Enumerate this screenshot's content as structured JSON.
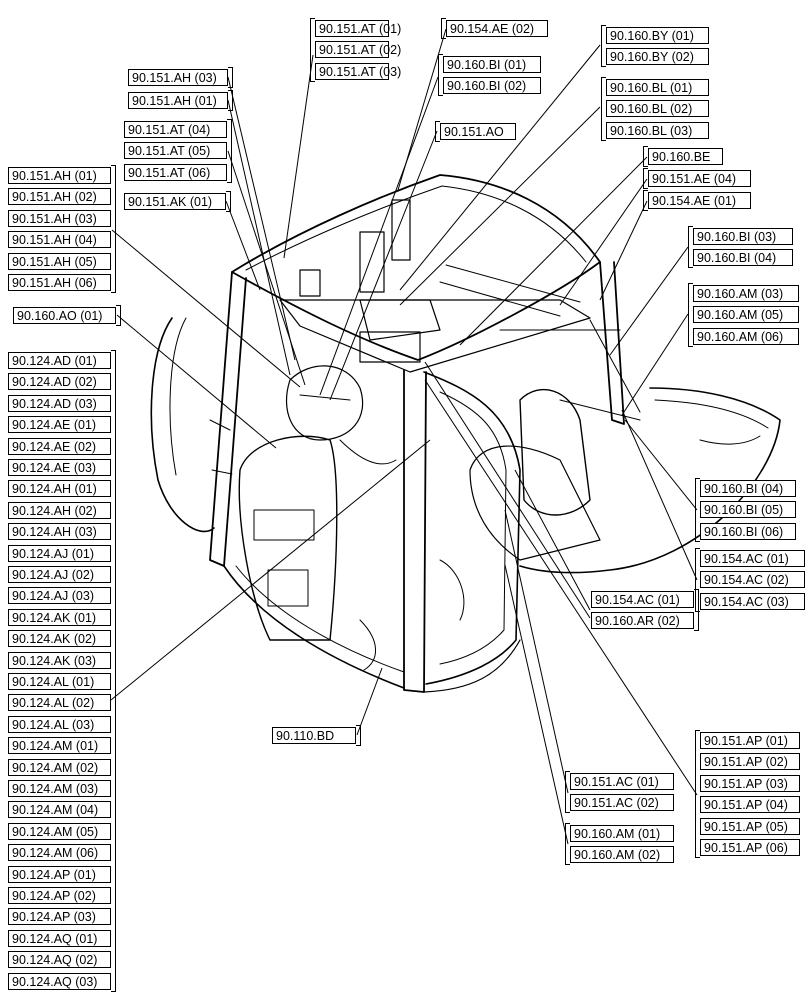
{
  "callout_groups": [
    {
      "id": "g1",
      "side": "left",
      "labels": [
        "90.151.AT (01)",
        "90.151.AT (02)",
        "90.151.AT (03)"
      ]
    },
    {
      "id": "g2",
      "side": "left",
      "labels": [
        "90.154.AE (02)"
      ]
    },
    {
      "id": "g3",
      "side": "left",
      "labels": [
        "90.160.BI (01)",
        "90.160.BI (02)"
      ]
    },
    {
      "id": "g4",
      "side": "left",
      "labels": [
        "90.160.BY (01)",
        "90.160.BY (02)"
      ]
    },
    {
      "id": "g5",
      "side": "left",
      "labels": [
        "90.160.BL (01)",
        "90.160.BL (02)",
        "90.160.BL (03)"
      ]
    },
    {
      "id": "g6",
      "side": "right",
      "labels": [
        "90.151.AH (03)"
      ]
    },
    {
      "id": "g7",
      "side": "right",
      "labels": [
        "90.151.AH (01)"
      ]
    },
    {
      "id": "g8",
      "side": "left",
      "labels": [
        "90.151.AO"
      ]
    },
    {
      "id": "g9",
      "side": "right",
      "labels": [
        "90.151.AT (04)",
        "90.151.AT (05)",
        "90.151.AT (06)"
      ]
    },
    {
      "id": "g10",
      "side": "left",
      "labels": [
        "90.160.BE"
      ]
    },
    {
      "id": "g11",
      "side": "left",
      "labels": [
        "90.151.AE (04)"
      ]
    },
    {
      "id": "g12",
      "side": "left",
      "labels": [
        "90.154.AE (01)"
      ]
    },
    {
      "id": "g13",
      "side": "right",
      "labels": [
        "90.151.AH (01)",
        "90.151.AH (02)",
        "90.151.AH (03)",
        "90.151.AH (04)",
        "90.151.AH (05)",
        "90.151.AH (06)"
      ]
    },
    {
      "id": "g14",
      "side": "right",
      "labels": [
        "90.151.AK (01)"
      ]
    },
    {
      "id": "g15",
      "side": "left",
      "labels": [
        "90.160.BI (03)",
        "90.160.BI (04)"
      ]
    },
    {
      "id": "g16",
      "side": "left",
      "labels": [
        "90.160.AM (03)",
        "90.160.AM (05)",
        "90.160.AM (06)"
      ]
    },
    {
      "id": "g17",
      "side": "right",
      "labels": [
        "90.160.AO (01)"
      ]
    },
    {
      "id": "g18",
      "side": "right",
      "labels": [
        "90.124.AD (01)",
        "90.124.AD (02)",
        "90.124.AD (03)",
        "90.124.AE (01)",
        "90.124.AE (02)",
        "90.124.AE (03)",
        "90.124.AH (01)",
        "90.124.AH (02)",
        "90.124.AH (03)",
        "90.124.AJ (01)",
        "90.124.AJ (02)",
        "90.124.AJ (03)",
        "90.124.AK (01)",
        "90.124.AK (02)",
        "90.124.AK (03)",
        "90.124.AL (01)",
        "90.124.AL (02)",
        "90.124.AL (03)",
        "90.124.AM (01)",
        "90.124.AM (02)",
        "90.124.AM (03)",
        "90.124.AM (04)",
        "90.124.AM (05)",
        "90.124.AM (06)",
        "90.124.AP (01)",
        "90.124.AP (02)",
        "90.124.AP (03)",
        "90.124.AQ (01)",
        "90.124.AQ (02)",
        "90.124.AQ (03)"
      ]
    },
    {
      "id": "g19",
      "side": "left",
      "labels": [
        "90.160.BI (04)",
        "90.160.BI (05)",
        "90.160.BI (06)"
      ]
    },
    {
      "id": "g20",
      "side": "left",
      "labels": [
        "90.154.AC (01)",
        "90.154.AC (02)",
        "90.154.AC (03)"
      ]
    },
    {
      "id": "g21",
      "side": "right",
      "labels": [
        "90.154.AC (01)",
        "90.160.AR (02)"
      ]
    },
    {
      "id": "g22",
      "side": "right",
      "labels": [
        "90.110.BD"
      ]
    },
    {
      "id": "g23",
      "side": "left",
      "labels": [
        "90.151.AP (01)",
        "90.151.AP (02)",
        "90.151.AP (03)",
        "90.151.AP (04)",
        "90.151.AP (05)",
        "90.151.AP (06)"
      ]
    },
    {
      "id": "g24",
      "side": "left",
      "labels": [
        "90.151.AC (01)",
        "90.151.AC (02)"
      ]
    },
    {
      "id": "g25",
      "side": "left",
      "labels": [
        "90.160.AM (01)",
        "90.160.AM (02)"
      ]
    }
  ]
}
